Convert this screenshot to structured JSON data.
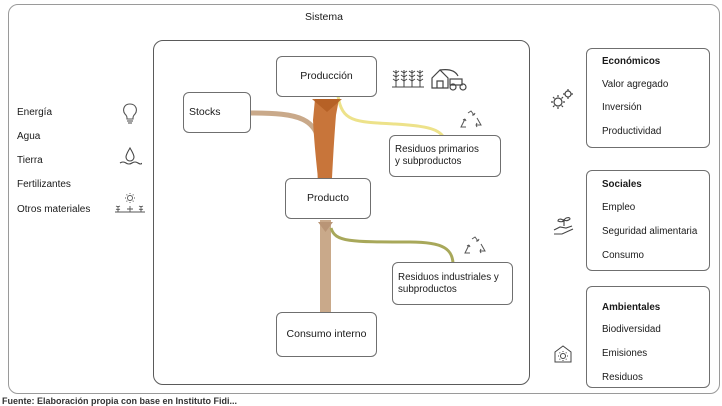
{
  "system_label": "Sistema",
  "inputs": [
    "Energía",
    "Agua",
    "Tierra",
    "Fertilizantes",
    "Otros materiales"
  ],
  "nodes": {
    "produccion": "Producción",
    "stocks": "Stocks",
    "producto": "Producto",
    "consumo_interno": "Consumo interno",
    "residuos_primarios_l1": "Residuos primarios",
    "residuos_primarios_l2": "y subproductos",
    "residuos_industriales_l1": "Residuos industriales y",
    "residuos_industriales_l2": "subproductos"
  },
  "categories": {
    "economicos": {
      "title": "Económicos",
      "items": [
        "Valor agregado",
        "Inversión",
        "Productividad"
      ]
    },
    "sociales": {
      "title": "Sociales",
      "items": [
        "Empleo",
        "Seguridad alimentaria",
        "Consumo"
      ]
    },
    "ambientales": {
      "title": "Ambientales",
      "items": [
        "Biodiversidad",
        "Emisiones",
        "Residuos"
      ]
    }
  },
  "footer": "Fuente: Elaboración propia con base en Instituto Fidi...",
  "colors": {
    "flow_orange": "#c8753a",
    "flow_tan": "#c9a98a",
    "flow_yellow": "#ede28a",
    "flow_olive": "#a8a85a",
    "border": "#6f6f6f"
  },
  "icons": [
    "lightbulb-icon",
    "water-drop-icon",
    "fertilizer-icon",
    "crops-icon",
    "farm-tractor-icon",
    "recycle-icon",
    "gears-icon",
    "hand-plant-icon",
    "environment-icon"
  ]
}
